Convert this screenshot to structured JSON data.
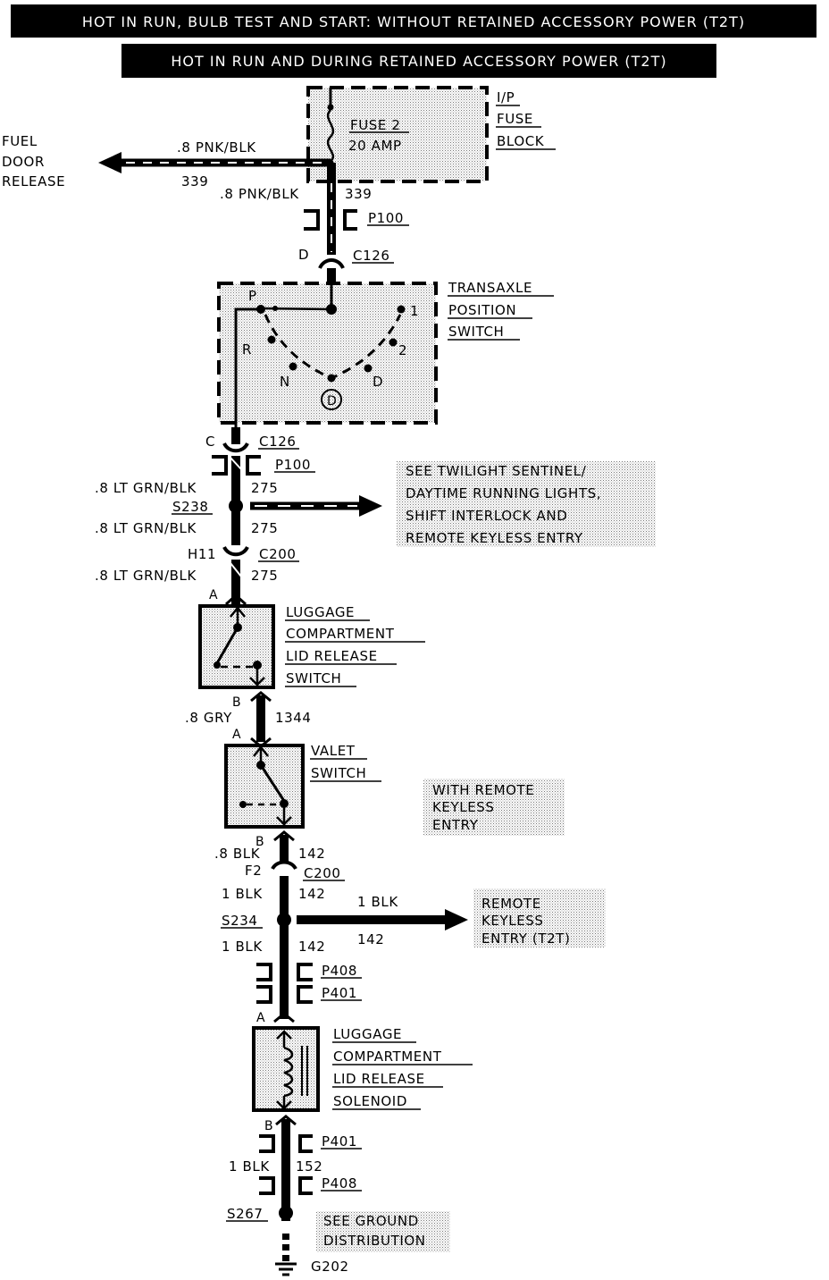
{
  "header": {
    "top": "HOT IN RUN, BULB TEST AND START: WITHOUT RETAINED ACCESSORY POWER (T2T)",
    "second": "HOT IN RUN AND DURING RETAINED ACCESSORY POWER (T2T)"
  },
  "fuse_block": {
    "fuse_name": "FUSE 2",
    "fuse_rating": "20 AMP",
    "label": [
      "I/P",
      "FUSE",
      "BLOCK"
    ]
  },
  "fuel_door": {
    "label": [
      "FUEL",
      "DOOR",
      "RELEASE"
    ],
    "wire": ".8 PNK/BLK",
    "circuit": "339"
  },
  "wire_339": {
    "gauge_color": ".8 PNK/BLK",
    "circuit": "339"
  },
  "connectors": {
    "p100": "P100",
    "c126": "C126",
    "c126_pin_d": "D",
    "c126_pin_c": "C",
    "c200": "C200",
    "c200_pin_h11": "H11",
    "c200_pin_f2": "F2",
    "p408": "P408",
    "p401": "P401"
  },
  "transaxle_switch": {
    "label": [
      "TRANSAXLE",
      "POSITION",
      "SWITCH"
    ],
    "positions": {
      "p": "P",
      "r": "R",
      "n": "N",
      "d_mid": "D",
      "d_circle": "D",
      "two": "2",
      "one": "1"
    }
  },
  "wire_275": {
    "gauge_color": ".8 LT GRN/BLK",
    "circuit": "275",
    "splice": "S238",
    "see_note": [
      "SEE TWILIGHT SENTINEL/",
      "DAYTIME RUNNING LIGHTS,",
      "SHIFT INTERLOCK AND",
      "REMOTE KEYLESS ENTRY"
    ]
  },
  "luggage_switch": {
    "label": [
      "LUGGAGE",
      "COMPARTMENT",
      "LID RELEASE",
      "SWITCH"
    ],
    "pin_a": "A",
    "pin_b": "B"
  },
  "wire_1344": {
    "gauge_color": ".8 GRY",
    "circuit": "1344"
  },
  "valet_switch": {
    "label": [
      "VALET",
      "SWITCH"
    ],
    "pin_a": "A",
    "pin_b": "B",
    "note": [
      "WITH REMOTE",
      "KEYLESS",
      "ENTRY"
    ]
  },
  "wire_142": {
    "gauge_08": ".8 BLK",
    "gauge_1": "1 BLK",
    "circuit": "142",
    "splice": "S234",
    "branch_wire": "1 BLK",
    "branch_circuit": "142",
    "destination": [
      "REMOTE",
      "KEYLESS",
      "ENTRY (T2T)"
    ]
  },
  "solenoid": {
    "label": [
      "LUGGAGE",
      "COMPARTMENT",
      "LID RELEASE",
      "SOLENOID"
    ],
    "pin_a": "A",
    "pin_b": "B"
  },
  "ground": {
    "wire": "1 BLK",
    "circuit": "152",
    "splice": "S267",
    "note": [
      "SEE GROUND",
      "DISTRIBUTION"
    ],
    "ground_id": "G202"
  },
  "colors": {
    "ink": "#000000",
    "paper": "#ffffff",
    "shade": "#c8c8c8"
  }
}
